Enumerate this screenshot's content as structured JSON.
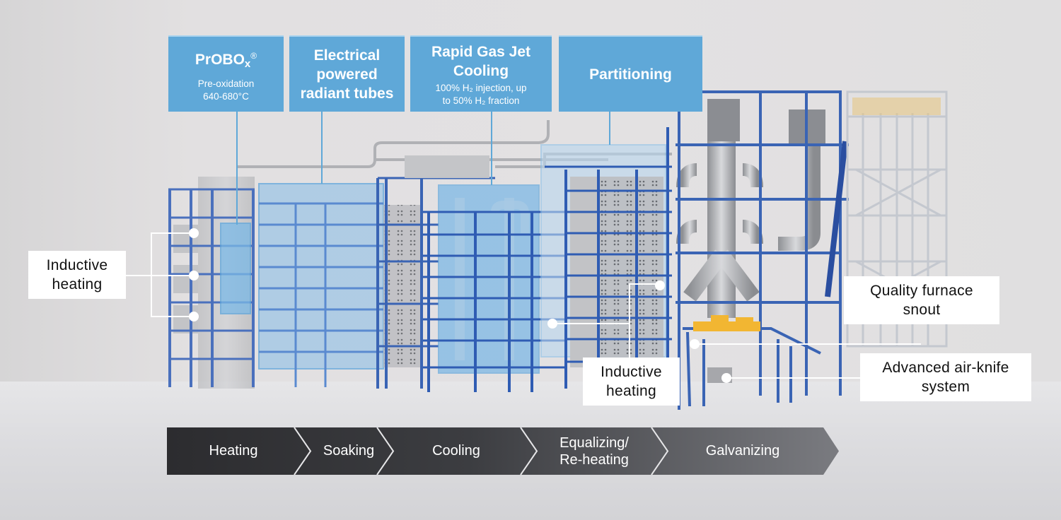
{
  "colors": {
    "callout_blue": "#5fa8d8",
    "steel_blue": "#3a64b4",
    "dark_steel_blue": "#2a4ea0",
    "glass_blue": "#7ab8e6",
    "arrow_dark": "#2c2c2f",
    "arrow_light": "#6b6b70",
    "label_bg": "#ffffff",
    "accent_yellow": "#f2b632"
  },
  "top_callouts": [
    {
      "title": "PrOBO",
      "title_subscript": "x",
      "title_superscript": "®",
      "line1": "Pre-oxidation",
      "line2": "640-680°C"
    },
    {
      "title_line1": "Electrical",
      "title_line2": "powered",
      "title_line3": "radiant tubes"
    },
    {
      "title_line1": "Rapid Gas Jet",
      "title_line2": "Cooling",
      "line1": "100% H₂ injection, up",
      "line2": "to 50% H₂ fraction"
    },
    {
      "title": "Partitioning"
    }
  ],
  "side_labels": {
    "inductive_heating_left": {
      "line1": "Inductive",
      "line2": "heating"
    },
    "inductive_heating_center": {
      "line1": "Inductive",
      "line2": "heating"
    },
    "quality_snout": {
      "line1": "Quality furnace",
      "line2": "snout"
    },
    "air_knife": {
      "line1": "Advanced air-knife",
      "line2": "system"
    }
  },
  "process_steps": [
    {
      "line1": "Heating"
    },
    {
      "line1": "Soaking"
    },
    {
      "line1": "Cooling"
    },
    {
      "line1": "Equalizing/",
      "line2": "Re-heating"
    },
    {
      "line1": "Galvanizing"
    }
  ]
}
